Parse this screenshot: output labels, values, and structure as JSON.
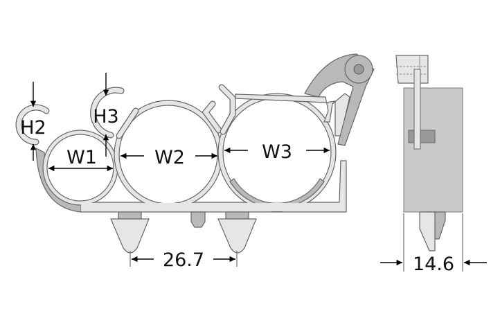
{
  "diagram": {
    "front_view": {
      "labels": {
        "h2": "H2",
        "h3": "H3",
        "w1": "W1",
        "w2": "W2",
        "w3": "W3"
      },
      "pitch_dimension": "26.7"
    },
    "side_view": {
      "width_dimension": "14.6"
    },
    "colors": {
      "part_light": "#e6e6e6",
      "part_dark": "#b9b9b9",
      "outline": "#666666",
      "dimension": "#000000"
    }
  }
}
